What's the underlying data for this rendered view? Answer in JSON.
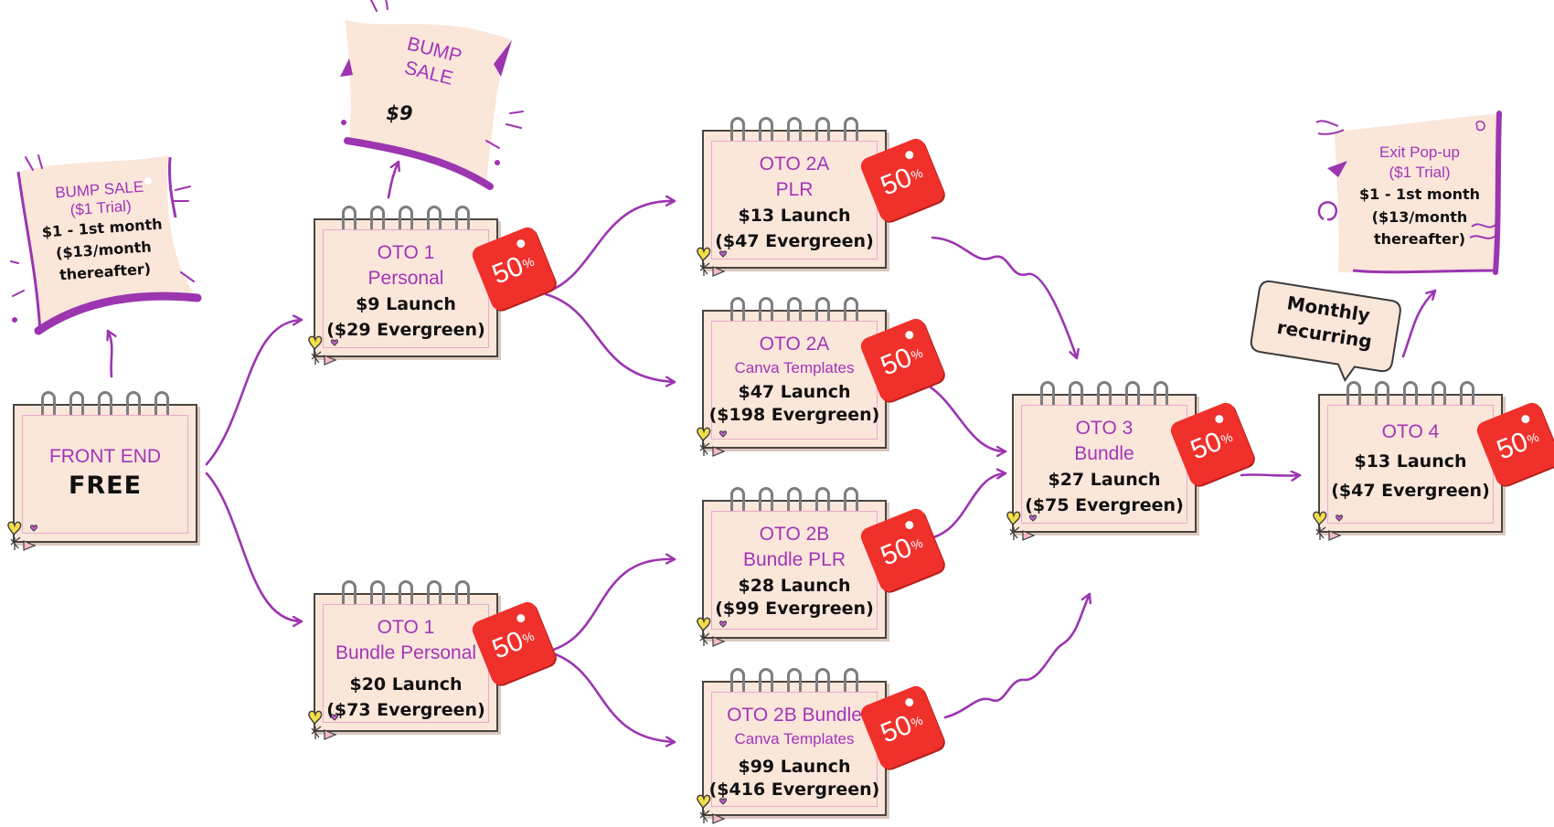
{
  "colors": {
    "accent_purple": "#a235b7",
    "arrow_purple": "#9b35b0",
    "paper": "#fbe6da",
    "tag_red": "#f0302b"
  },
  "cards": {
    "front_end": {
      "title": "FRONT END",
      "price": "FREE"
    },
    "oto1_personal": {
      "title": "OTO 1",
      "subtitle": "Personal",
      "launch": "$9 Launch",
      "evergreen": "($29 Evergreen)",
      "badge": "50"
    },
    "oto1_bundle": {
      "title": "OTO 1",
      "subtitle": "Bundle Personal",
      "launch": "$20 Launch",
      "evergreen": "($73 Evergreen)",
      "badge": "50"
    },
    "oto2a_plr": {
      "title": "OTO 2A",
      "subtitle": "PLR",
      "launch": "$13 Launch",
      "evergreen": "($47  Evergreen)",
      "badge": "50"
    },
    "oto2a_canva": {
      "title": "OTO 2A",
      "subtitle": "Canva Templates",
      "launch": "$47 Launch",
      "evergreen": "($198  Evergreen)",
      "badge": "50"
    },
    "oto2b_plr": {
      "title": "OTO 2B",
      "subtitle": "Bundle PLR",
      "launch": "$28 Launch",
      "evergreen": "($99 Evergreen)",
      "badge": "50"
    },
    "oto2b_canva": {
      "title": "OTO 2B Bundle",
      "subtitle": "Canva Templates",
      "launch": "$99 Launch",
      "evergreen": "($416  Evergreen)",
      "badge": "50"
    },
    "oto3": {
      "title": "OTO 3",
      "subtitle": "Bundle",
      "launch": "$27 Launch",
      "evergreen": "($75 Evergreen)",
      "badge": "50"
    },
    "oto4": {
      "title": "OTO 4",
      "launch": "$13 Launch",
      "evergreen": "($47 Evergreen)",
      "badge": "50"
    }
  },
  "badge_suffix": "%",
  "banners": {
    "bump_trial": {
      "line1": "BUMP SALE",
      "line2": "($1 Trial)",
      "line3": "$1 - 1st month",
      "line4": "($13/month",
      "line5": "thereafter)"
    },
    "bump_sale": {
      "line1": "BUMP",
      "line2": "SALE",
      "line3": "$9"
    },
    "exit_popup": {
      "line1": "Exit Pop-up",
      "line2": "($1 Trial)",
      "line3": "$1 - 1st month",
      "line4": "($13/month",
      "line5": "thereafter)"
    }
  },
  "callout": {
    "line1": "Monthly",
    "line2": "recurring"
  }
}
